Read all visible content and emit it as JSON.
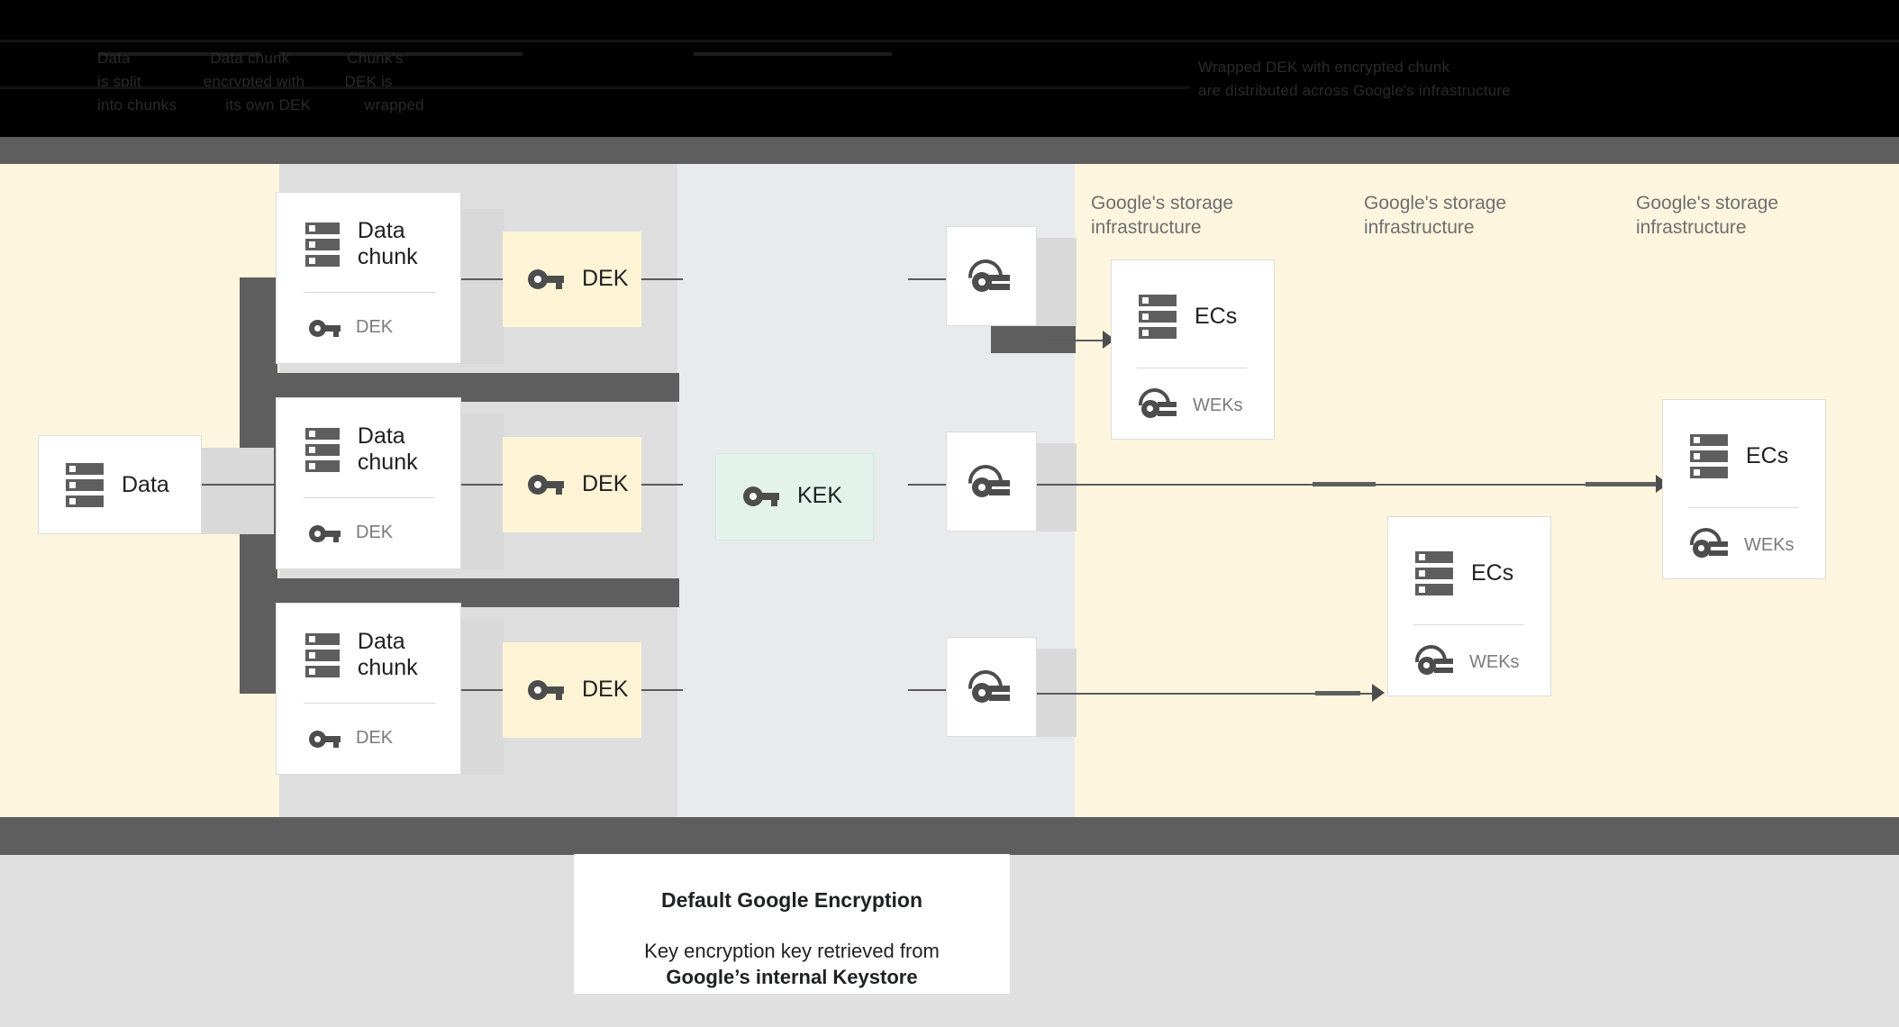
{
  "top_banner": {
    "obscured": true,
    "lines": [
      "Data                  Data chunk             Chunk's",
      "is split              encrypted with         DEK is",
      "into chunks           its own DEK            wrapped",
      "Wrapped DEK with encrypted chunk",
      "are distributed across Google's infrastructure"
    ]
  },
  "diagram": {
    "data_node": {
      "label": "Data",
      "icon": "storage-icon"
    },
    "chunks": [
      {
        "title": "Data chunk",
        "key_label": "DEK",
        "icon": "storage-icon",
        "key_icon": "key-icon"
      },
      {
        "title": "Data chunk",
        "key_label": "DEK",
        "icon": "storage-icon",
        "key_icon": "key-icon"
      },
      {
        "title": "Data chunk",
        "key_label": "DEK",
        "icon": "storage-icon",
        "key_icon": "key-icon"
      }
    ],
    "deks": [
      {
        "label": "DEK",
        "icon": "key-icon"
      },
      {
        "label": "DEK",
        "icon": "key-icon"
      },
      {
        "label": "DEK",
        "icon": "key-icon"
      }
    ],
    "kek": {
      "label": "KEK",
      "icon": "key-icon"
    },
    "wrapped_keys": [
      {
        "icon": "wrapped-key-icon"
      },
      {
        "icon": "wrapped-key-icon"
      },
      {
        "icon": "wrapped-key-icon"
      }
    ],
    "storage_labels": [
      "Google's storage infrastructure",
      "Google's storage infrastructure",
      "Google's storage infrastructure"
    ],
    "ec_cards": [
      {
        "title": "ECs",
        "key_label": "WEKs",
        "icon": "storage-icon",
        "key_icon": "wrapped-key-icon"
      },
      {
        "title": "ECs",
        "key_label": "WEKs",
        "icon": "storage-icon",
        "key_icon": "wrapped-key-icon"
      },
      {
        "title": "ECs",
        "key_label": "WEKs",
        "icon": "storage-icon",
        "key_icon": "wrapped-key-icon"
      }
    ]
  },
  "caption": {
    "title": "Default Google Encryption",
    "line1": "Key encryption key retrieved from",
    "line2": "Google’s internal Keystore"
  },
  "colors": {
    "cream": "#fdf5de",
    "gray_column": "#dedede",
    "bluegray_column": "#e7ebec",
    "dark_band": "#5e5e5e",
    "dek_yellow": "#fdf3d5",
    "kek_mint": "#e3f3ec",
    "bottom_gray": "#e0e0e0",
    "icon_gray": "#4d4d4d",
    "label_gray": "#6f6f6f"
  }
}
